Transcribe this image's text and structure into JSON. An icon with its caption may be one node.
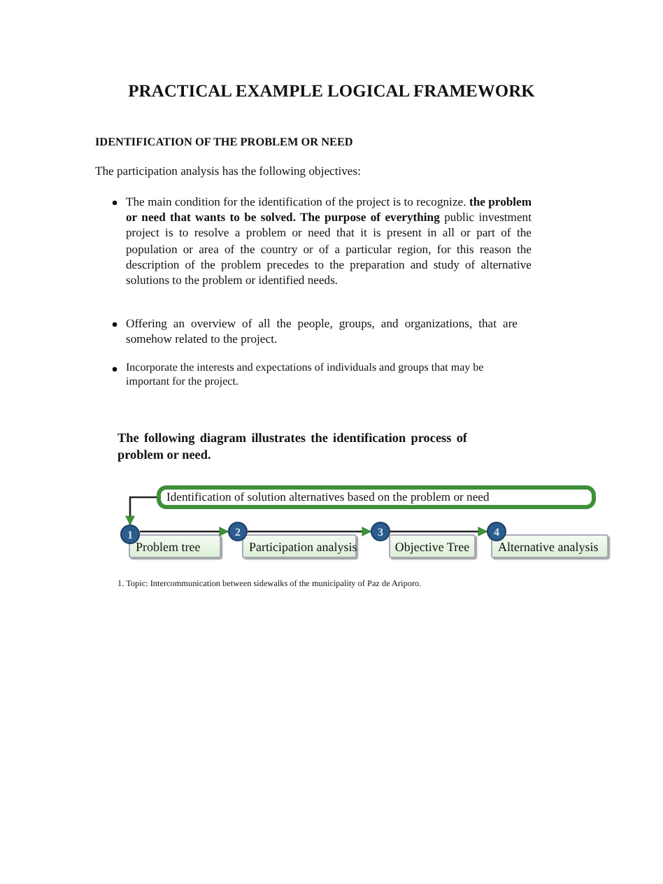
{
  "diagram": {
    "title": "PRACTICAL EXAMPLE LOGICAL FRAMEWORK",
    "nodes": [
      {
        "text": [
          "Identification of solution alternatives based on the problem or need"
        ]
      },
      {
        "text": [
          "1"
        ]
      },
      {
        "text": [
          "Problem tree"
        ]
      },
      {
        "text": [
          "2"
        ]
      },
      {
        "text": [
          "Participation analysis"
        ]
      },
      {
        "text": [
          "3"
        ]
      },
      {
        "text": [
          "Objective Tree"
        ]
      },
      {
        "text": [
          "4"
        ]
      },
      {
        "text": [
          "Alternative analysis"
        ]
      }
    ],
    "edges": [
      {
        "from": 0,
        "to": 1,
        "arrow": "to"
      },
      {
        "from": 1,
        "to": 3,
        "arrow": "to"
      },
      {
        "from": 3,
        "to": 5,
        "arrow": "to"
      },
      {
        "from": 5,
        "to": 7,
        "arrow": "to"
      }
    ],
    "labels": [
      "IDENTIFICATION OF THE PROBLEM OR NEED",
      "The participation analysis has the following objectives:",
      "The main condition for the identification of the project is to recognize. **the problem or need that wants to be solved. The purpose of everything** public investment project is to resolve a problem or need that it is present in all or part of the population or area of the country or of a particular region, for this reason the description of the problem precedes to the preparation and study of alternative solutions to the problem or identified needs.",
      "Offering an overview of all the people, groups, and organizations, that are somehow related to the project.",
      "Incorporate the interests and expectations of individuals and groups that may be important for the project.",
      "The following diagram illustrates the identification process of problem or need.",
      "1. Topic: Intercommunication between sidewalks of the municipality of Paz de Ariporo."
    ]
  }
}
